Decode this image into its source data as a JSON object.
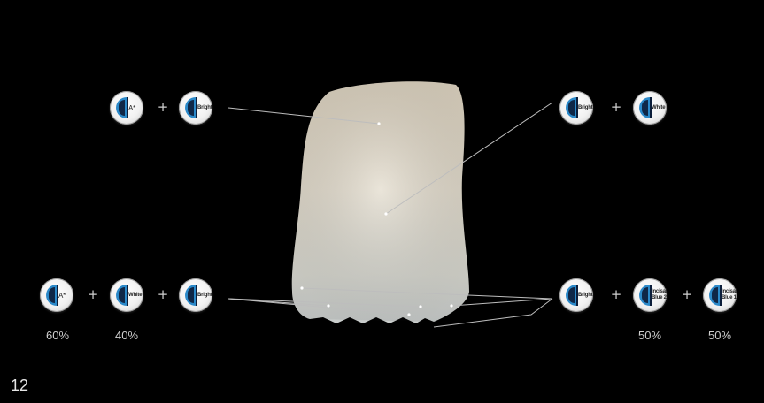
{
  "page_number": "12",
  "plus_sign": "+",
  "shade_accent_color": "#2b89c9",
  "shades": {
    "top_left": {
      "first": "A*",
      "second": "Bright"
    },
    "top_right": {
      "first": "Bright",
      "second": "White"
    },
    "bottom_left": {
      "first": "A*",
      "second": "White",
      "third": "Bright"
    },
    "bottom_right": {
      "first": "Bright",
      "second": "Incisal\nBlue 2",
      "third": "Incisal\nBlue 1"
    }
  },
  "ratios": {
    "bottom_left_first": "60%",
    "bottom_left_second": "40%",
    "bottom_right_second": "50%",
    "bottom_right_third": "50%"
  }
}
